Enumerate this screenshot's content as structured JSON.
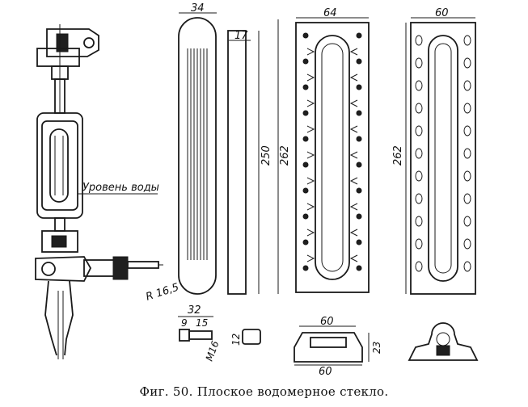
{
  "labels": {
    "water_level": "Уровень воды",
    "radius": "R 16,5",
    "dim_34": "34",
    "dim_17": "17",
    "dim_250": "250",
    "dim_262_a": "262",
    "dim_64": "64",
    "dim_60_top": "60",
    "dim_262_b": "262",
    "dim_32": "32",
    "dim_9": "9",
    "dim_15": "15",
    "dim_M16": "M16",
    "dim_12": "12",
    "dim_60_sec_top": "60",
    "dim_60_sec_bottom": "60",
    "dim_23": "23"
  },
  "caption": "Фиг. 50. Плоское водомерное стекло."
}
